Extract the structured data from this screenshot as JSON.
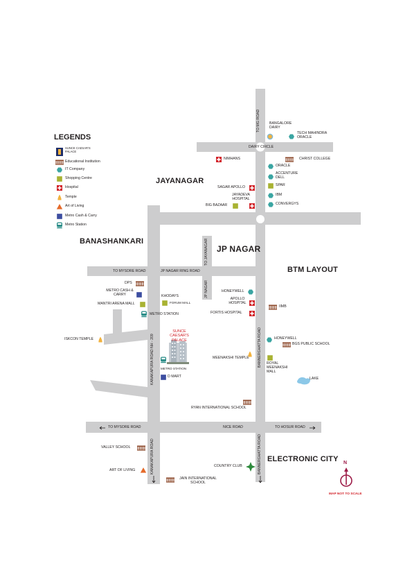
{
  "legend": {
    "title": "LEGENDS",
    "items": [
      {
        "label": "SUNCE CAESAR'S PALACE",
        "icon": "project-building-icon"
      },
      {
        "label": "Educational Institution",
        "icon": "institution-icon"
      },
      {
        "label": "IT Company",
        "icon": "it-company-icon"
      },
      {
        "label": "Shopping Centre",
        "icon": "shopping-centre-icon"
      },
      {
        "label": "Hospital",
        "icon": "hospital-icon"
      },
      {
        "label": "Temple",
        "icon": "temple-icon"
      },
      {
        "label": "Art of Living",
        "icon": "art-of-living-icon"
      },
      {
        "label": "Metro Cash & Carry",
        "icon": "metro-cash-carry-icon"
      },
      {
        "label": "Metro Station",
        "icon": "metro-station-icon"
      }
    ]
  },
  "areas": {
    "jayanagar": "JAYANAGAR",
    "banashankari": "BANASHANKARI",
    "jp_nagar": "JP NAGAR",
    "btm_layout": "BTM LAYOUT",
    "electronic_city": "ELECTRONIC CITY"
  },
  "roads": {
    "to_mg_road": "TO MG ROAD",
    "dairy_circle": "DAIRY CIRCLE",
    "to_mysore_road_top": "TO MYSORE ROAD",
    "jp_nagar_ring_road": "JP NAGAR RING ROAD",
    "to_jayanagar": "TO JAYANAGAR",
    "jp_nagar_road": "JP NAGAR",
    "kanakapura_nh209": "KANAKAPURA ROAD NH - 209",
    "bannerghatta_road": "BANNERGHATTA ROAD",
    "to_mysore_road_bottom": "TO MYSORE ROAD",
    "nice_road": "NICE ROAD",
    "to_hosur_road": "TO HOSUR ROAD",
    "kanakapura_road": "KANAKAPURA ROAD",
    "bannerghatta_road_south": "BANNERGHATTA ROAD"
  },
  "places": {
    "bangalore_dairy": "BANGALORE DAIRY",
    "tech_mahindra": "TECH MAHINDRA ORACLE",
    "nimhans": "NIMHANS",
    "christ_college": "CHRIST COLLEGE",
    "oracle": "ORACLE",
    "accenture": "ACCENTURE DELL",
    "sagar_apollo": "SAGAR APOLLO",
    "spar": "SPAR",
    "jayadeva": "JAYADEVA HOSPITAL",
    "ibm": "IBM",
    "big_bazaar": "BIG BAZAAR",
    "convergys": "CONVERGYS",
    "dps": "DPS",
    "metro_cash_carry": "METRO CASH & CARRY",
    "mantri": "MANTRI ARENA MALL",
    "khodays": "KHODAYS",
    "forum_mall": "FORUM MALL",
    "honeywell_top": "HONEYWELL",
    "apollo_hospital": "APOLLO HOSPITAL",
    "iimb": "IIMB",
    "fortis": "FORTIS HOSPITAL",
    "metro_station_top": "METRO STATION",
    "iskcon": "ISKCON TEMPLE",
    "project": "SUNCE CAESAR'S PALACE",
    "metro_station_mid": "METRO STATION",
    "d_mart": "D MART",
    "honeywell_mid": "HONEYWELL",
    "bgs_school": "BGS PUBLIC SCHOOL",
    "meenakshi_temple": "MEENAKSHI TEMPLE",
    "royal_meenakshi": "ROYAL MEENAKSHI MALL",
    "lake": "LAKE",
    "ryan_school": "RYAN INTERNATIONAL SCHOOL",
    "valley_school": "VALLEY SCHOOL",
    "country_club": "COUNTRY CLUB",
    "art_of_living": "ART OF LIVING",
    "jain_school": "JAIN INTERNATIONAL SCHOOL"
  },
  "compass": {
    "north": "N",
    "note": "MAP NOT TO SCALE"
  },
  "colors": {
    "road": "#cdcdce",
    "institution": "#8d4a2c",
    "it_company": "#3aa5a2",
    "shopping": "#a8b232",
    "hospital": "#d2232a",
    "temple": "#f2b23e",
    "art_of_living": "#e56a2a",
    "metro_cash": "#3c4da0",
    "metro_station": "#2e8f8a",
    "accent_red": "#d2232a",
    "compass": "#9c1b47"
  }
}
